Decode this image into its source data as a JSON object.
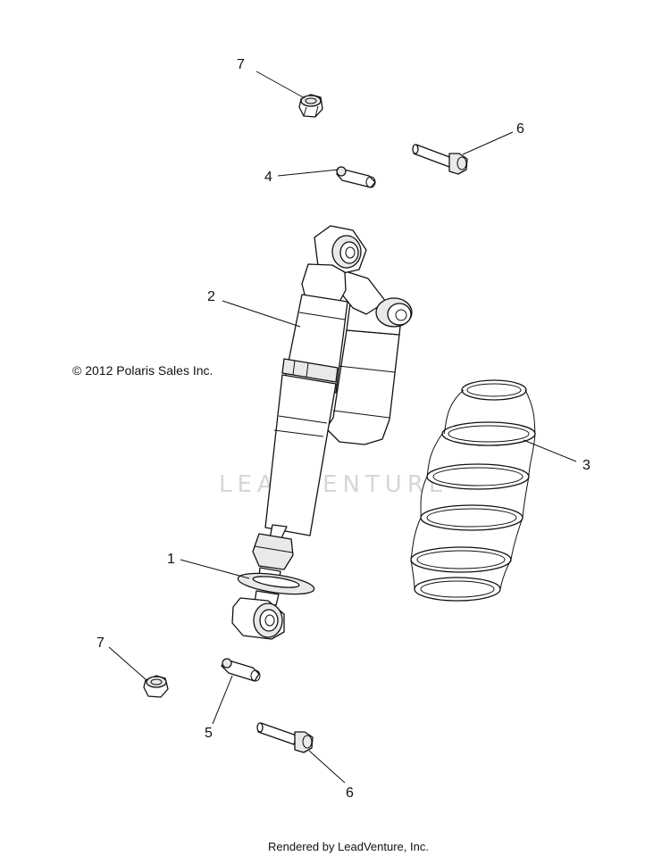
{
  "copyright": "© 2012 Polaris Sales Inc.",
  "watermark": "LEADVENTURE",
  "footer": "Rendered by LeadVenture, Inc.",
  "callouts": {
    "c1": "1",
    "c2": "2",
    "c3": "3",
    "c4": "4",
    "c5": "5",
    "c6_top": "6",
    "c6_bottom": "6",
    "c7_top": "7",
    "c7_bottom": "7"
  }
}
